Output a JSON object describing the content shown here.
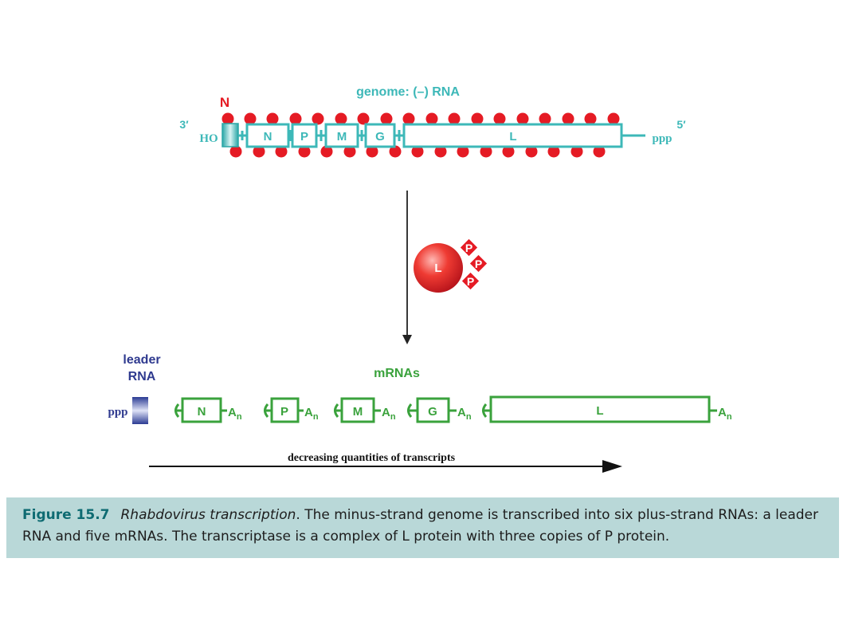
{
  "genome": {
    "title": "genome: (–) RNA",
    "n_label": "N",
    "end3": "3′",
    "end5": "5′",
    "ho": "HO",
    "ppp": "ppp",
    "genes": [
      "N",
      "P",
      "M",
      "G",
      "L"
    ]
  },
  "transcriptase": {
    "l_label": "L",
    "p_labels": [
      "P",
      "P",
      "P"
    ]
  },
  "products": {
    "leader_title": "leader RNA",
    "leader_title_lines": [
      "leader",
      "RNA"
    ],
    "leader_ppp": "ppp",
    "mrnas_title": "mRNAs",
    "mrnas": [
      {
        "gene": "N",
        "tail": "A",
        "tail_sub": "n"
      },
      {
        "gene": "P",
        "tail": "A",
        "tail_sub": "n"
      },
      {
        "gene": "M",
        "tail": "A",
        "tail_sub": "n"
      },
      {
        "gene": "G",
        "tail": "A",
        "tail_sub": "n"
      },
      {
        "gene": "L",
        "tail": "A",
        "tail_sub": "n"
      }
    ],
    "gradient_label": "decreasing quantities of transcripts"
  },
  "caption": {
    "figure_number": "Figure 15.7",
    "title": "Rhabdovirus transcription",
    "text": ". The minus-strand genome is transcribed into six plus-strand RNAs: a leader RNA and five mRNAs. The transcriptase is a complex of L protein with three copies of P protein."
  },
  "colors": {
    "teal": "#3db8b8",
    "red": "#e51b24",
    "green": "#3aa23c",
    "navy": "#2f3a8f",
    "caption_bg": "#b9d8d8",
    "caption_accent": "#0e6b72"
  }
}
